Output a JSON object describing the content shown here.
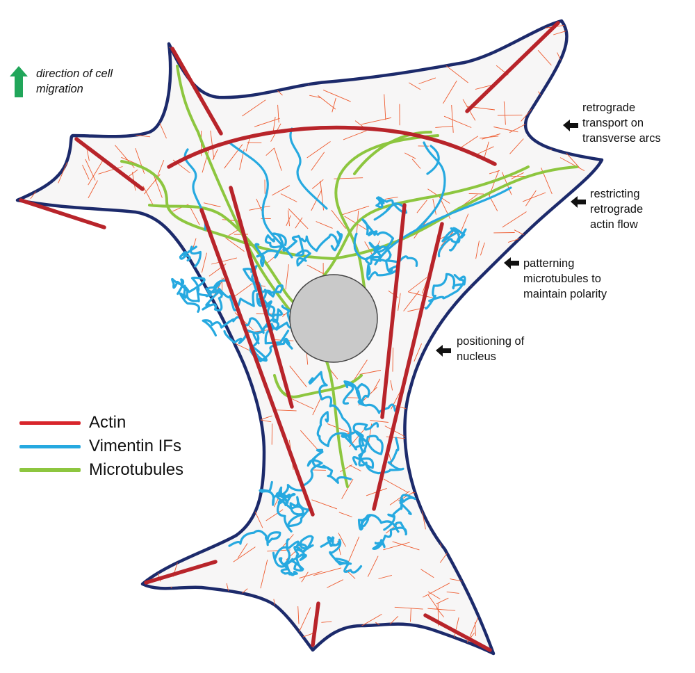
{
  "colors": {
    "actin": "#c0282c",
    "actin_mesh": "#ee5a2e",
    "vimentin": "#26a9e0",
    "microtubules": "#8dc63f",
    "membrane": "#1c2a6b",
    "nucleus": "#c9c9c9",
    "migration_arrow": "#21a65a",
    "pointer_arrow": "#111111"
  },
  "migration": {
    "icon": "up-arrow-icon",
    "label": "direction of cell\nmigration"
  },
  "annotations": [
    {
      "id": "retrograde-transport",
      "text": "retrograde\ntransport on\ntransverse arcs"
    },
    {
      "id": "restricting-flow",
      "text": "restricting\nretrograde\nactin flow"
    },
    {
      "id": "patterning-microtubules",
      "text": "patterning\nmicrotubules to\nmaintain polarity"
    },
    {
      "id": "positioning-nucleus",
      "text": "positioning of\nnucleus"
    }
  ],
  "legend": [
    {
      "label": "Actin",
      "color": "#d8252b"
    },
    {
      "label": "Vimentin IFs",
      "color": "#26a9e0"
    },
    {
      "label": "Microtubules",
      "color": "#8dc63f"
    }
  ]
}
